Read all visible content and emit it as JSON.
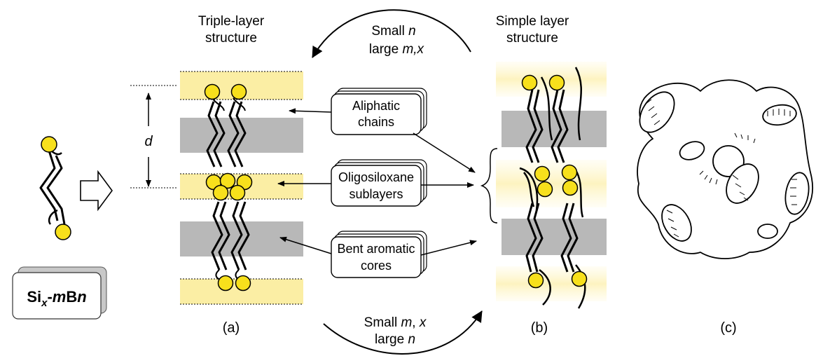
{
  "titles": {
    "triple_line1": "Triple-layer",
    "triple_line2": "structure",
    "simple_line1": "Simple layer",
    "simple_line2": "structure"
  },
  "arrows": {
    "top_line1_prefix": "Small ",
    "top_line1_var": "n",
    "top_line2_prefix": "large ",
    "top_line2_var": "m,x",
    "bottom_line1_prefix": "Small ",
    "bottom_line1_var": "m",
    "bottom_line1_suffix": ", ",
    "bottom_line1_var2": "x",
    "bottom_line2_prefix": "large ",
    "bottom_line2_var": "n"
  },
  "boxes": {
    "aliphatic_line1": "Aliphatic",
    "aliphatic_line2": "chains",
    "oligo_line1": "Oligosiloxane",
    "oligo_line2": "sublayers",
    "bent_line1": "Bent aromatic",
    "bent_line2": "cores"
  },
  "spacing_label": "d",
  "compound": {
    "si": "Si",
    "x_sub": "x",
    "dash": "-",
    "m": "m",
    "b": "B",
    "n": "n"
  },
  "captions": {
    "a": "(a)",
    "b": "(b)",
    "c": "(c)"
  },
  "colors": {
    "sublayer_yellow": "#fbeea4",
    "sublayer_pale": "#fdf7d4",
    "core_gray": "#b8b8b8",
    "sphere_yellow": "#f7e01c"
  }
}
